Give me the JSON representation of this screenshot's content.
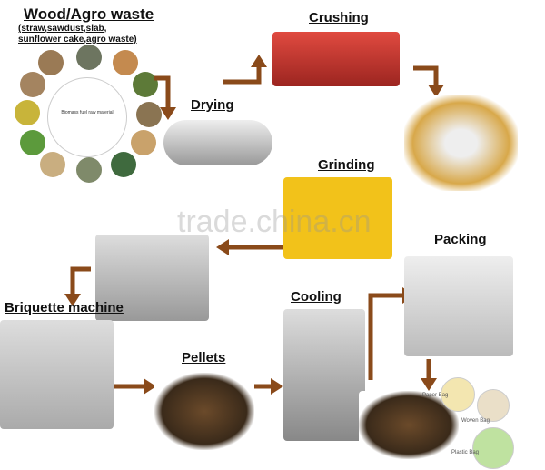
{
  "title": "Wood/Agro waste",
  "subtitle_line1": "(straw,sawdust,slab,",
  "subtitle_line2": "sunflower cake,agro waste)",
  "circle_center": "Biomass fuel raw material",
  "steps": {
    "crushing": "Crushing",
    "drying": "Drying",
    "grinding": "Grinding",
    "packing": "Packing",
    "briquette": "Briquette machine",
    "cooling": "Cooling",
    "pellets": "Pellets"
  },
  "bags": [
    "Paper Bag",
    "Woven Bag",
    "Plastic Bag"
  ],
  "watermark": "trade.china.cn",
  "colors": {
    "arrow": "#8a4a1a",
    "dryer": "#c9c9c9",
    "crusher": "#c8322c",
    "grinder": "#f2c21a",
    "pellet": "#5a3a22"
  }
}
